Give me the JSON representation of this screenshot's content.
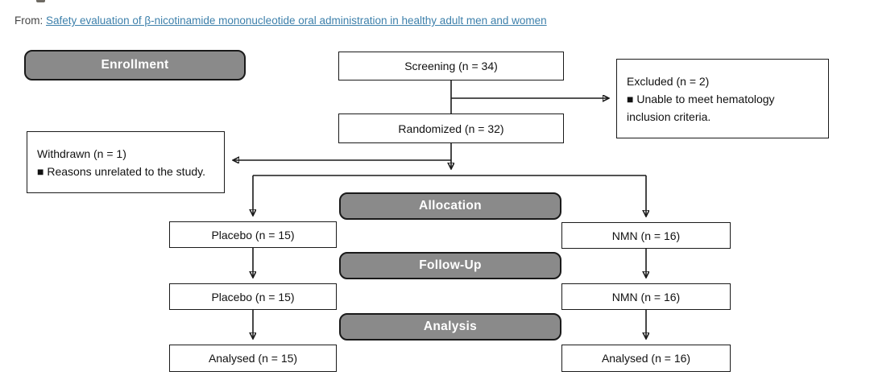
{
  "source_line": {
    "prefix": "From:",
    "link_text": "Safety evaluation of β-nicotinamide mononucleotide oral administration in healthy adult men and women"
  },
  "stages": [
    {
      "label": "Enrollment"
    },
    {
      "label": "Allocation"
    },
    {
      "label": "Follow-Up"
    },
    {
      "label": "Analysis"
    }
  ],
  "flow": {
    "screening": {
      "label": "Screening (n = 34)"
    },
    "excluded": {
      "line1": "Excluded  (n = 2)",
      "line2": "■  Unable to meet hematology",
      "line3": "inclusion criteria."
    },
    "randomized": {
      "label": "Randomized (n = 32)"
    },
    "withdrawn": {
      "line1": "Withdrawn (n = 1)",
      "line2": "■ Reasons unrelated to the study."
    },
    "allocation_left": {
      "label": "Placebo (n = 15)"
    },
    "allocation_right": {
      "label": "NMN (n = 16)"
    },
    "followup_left": {
      "label": "Placebo (n = 15)"
    },
    "followup_right": {
      "label": "NMN (n = 16)"
    },
    "analysis_left": {
      "label": "Analysed (n = 15)"
    },
    "analysis_right": {
      "label": "Analysed (n = 16)"
    }
  },
  "colors": {
    "link_color": "#3d80ab",
    "stage_fill": "#8a8a8a",
    "line_color": "#1a1a1a"
  }
}
